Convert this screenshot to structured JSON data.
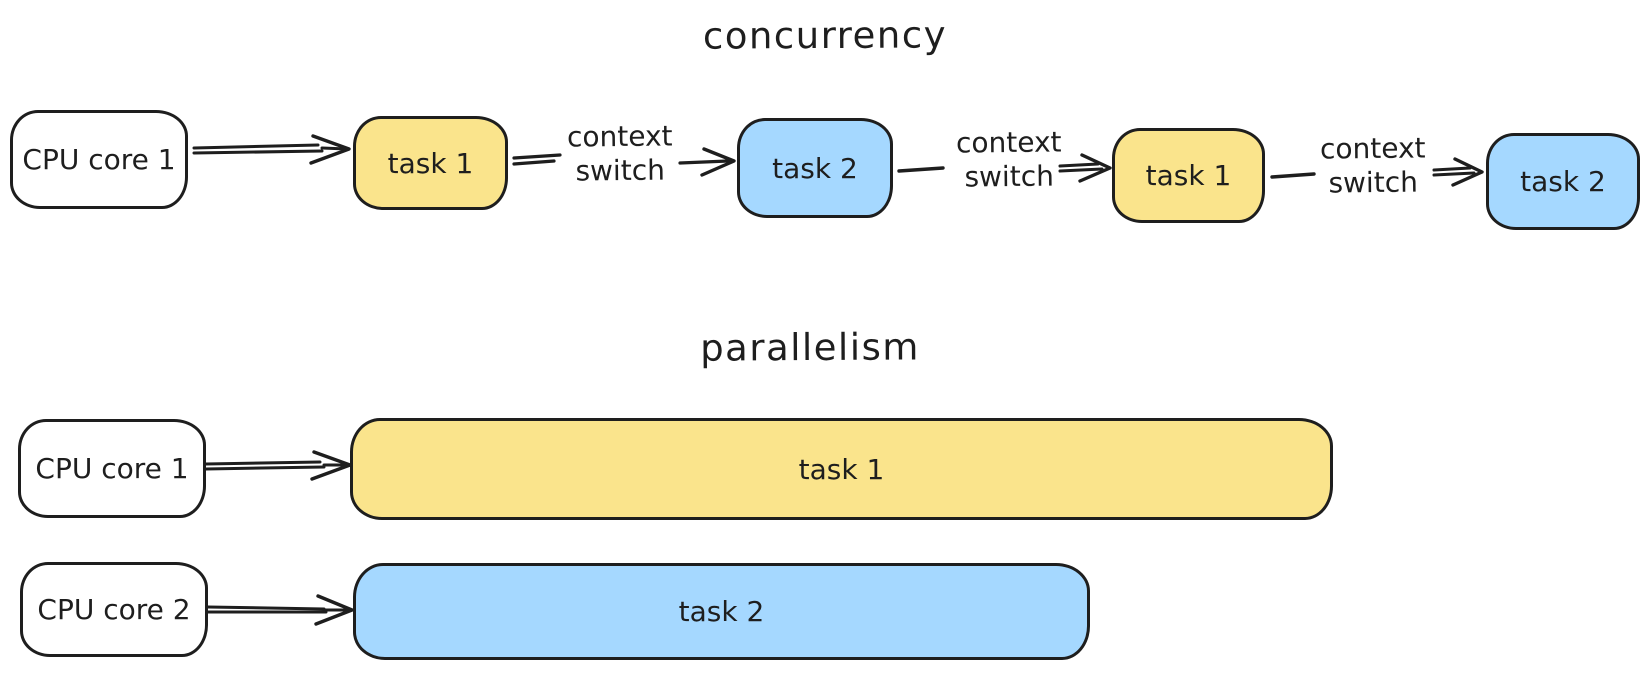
{
  "canvas": {
    "background": "#ffffff"
  },
  "colors": {
    "stroke": "#1e1e1e",
    "task1_fill": "#fae48c",
    "task2_fill": "#a5d8ff",
    "cpu_fill": "#ffffff"
  },
  "concurrency": {
    "title": "concurrency",
    "cpu": {
      "label": "CPU core 1"
    },
    "timeline": [
      {
        "label": "task 1",
        "color": "#fae48c"
      },
      {
        "label": "task 2",
        "color": "#a5d8ff"
      },
      {
        "label": "task 1",
        "color": "#fae48c"
      },
      {
        "label": "task 2",
        "color": "#a5d8ff"
      }
    ],
    "connectors": [
      {
        "line1": "context",
        "line2": "switch"
      },
      {
        "line1": "context",
        "line2": "switch"
      },
      {
        "line1": "context",
        "line2": "switch"
      }
    ]
  },
  "parallelism": {
    "title": "parallelism",
    "rows": [
      {
        "cpu_label": "CPU core 1",
        "task_label": "task 1",
        "color": "#fae48c"
      },
      {
        "cpu_label": "CPU core 2",
        "task_label": "task 2",
        "color": "#a5d8ff"
      }
    ]
  }
}
